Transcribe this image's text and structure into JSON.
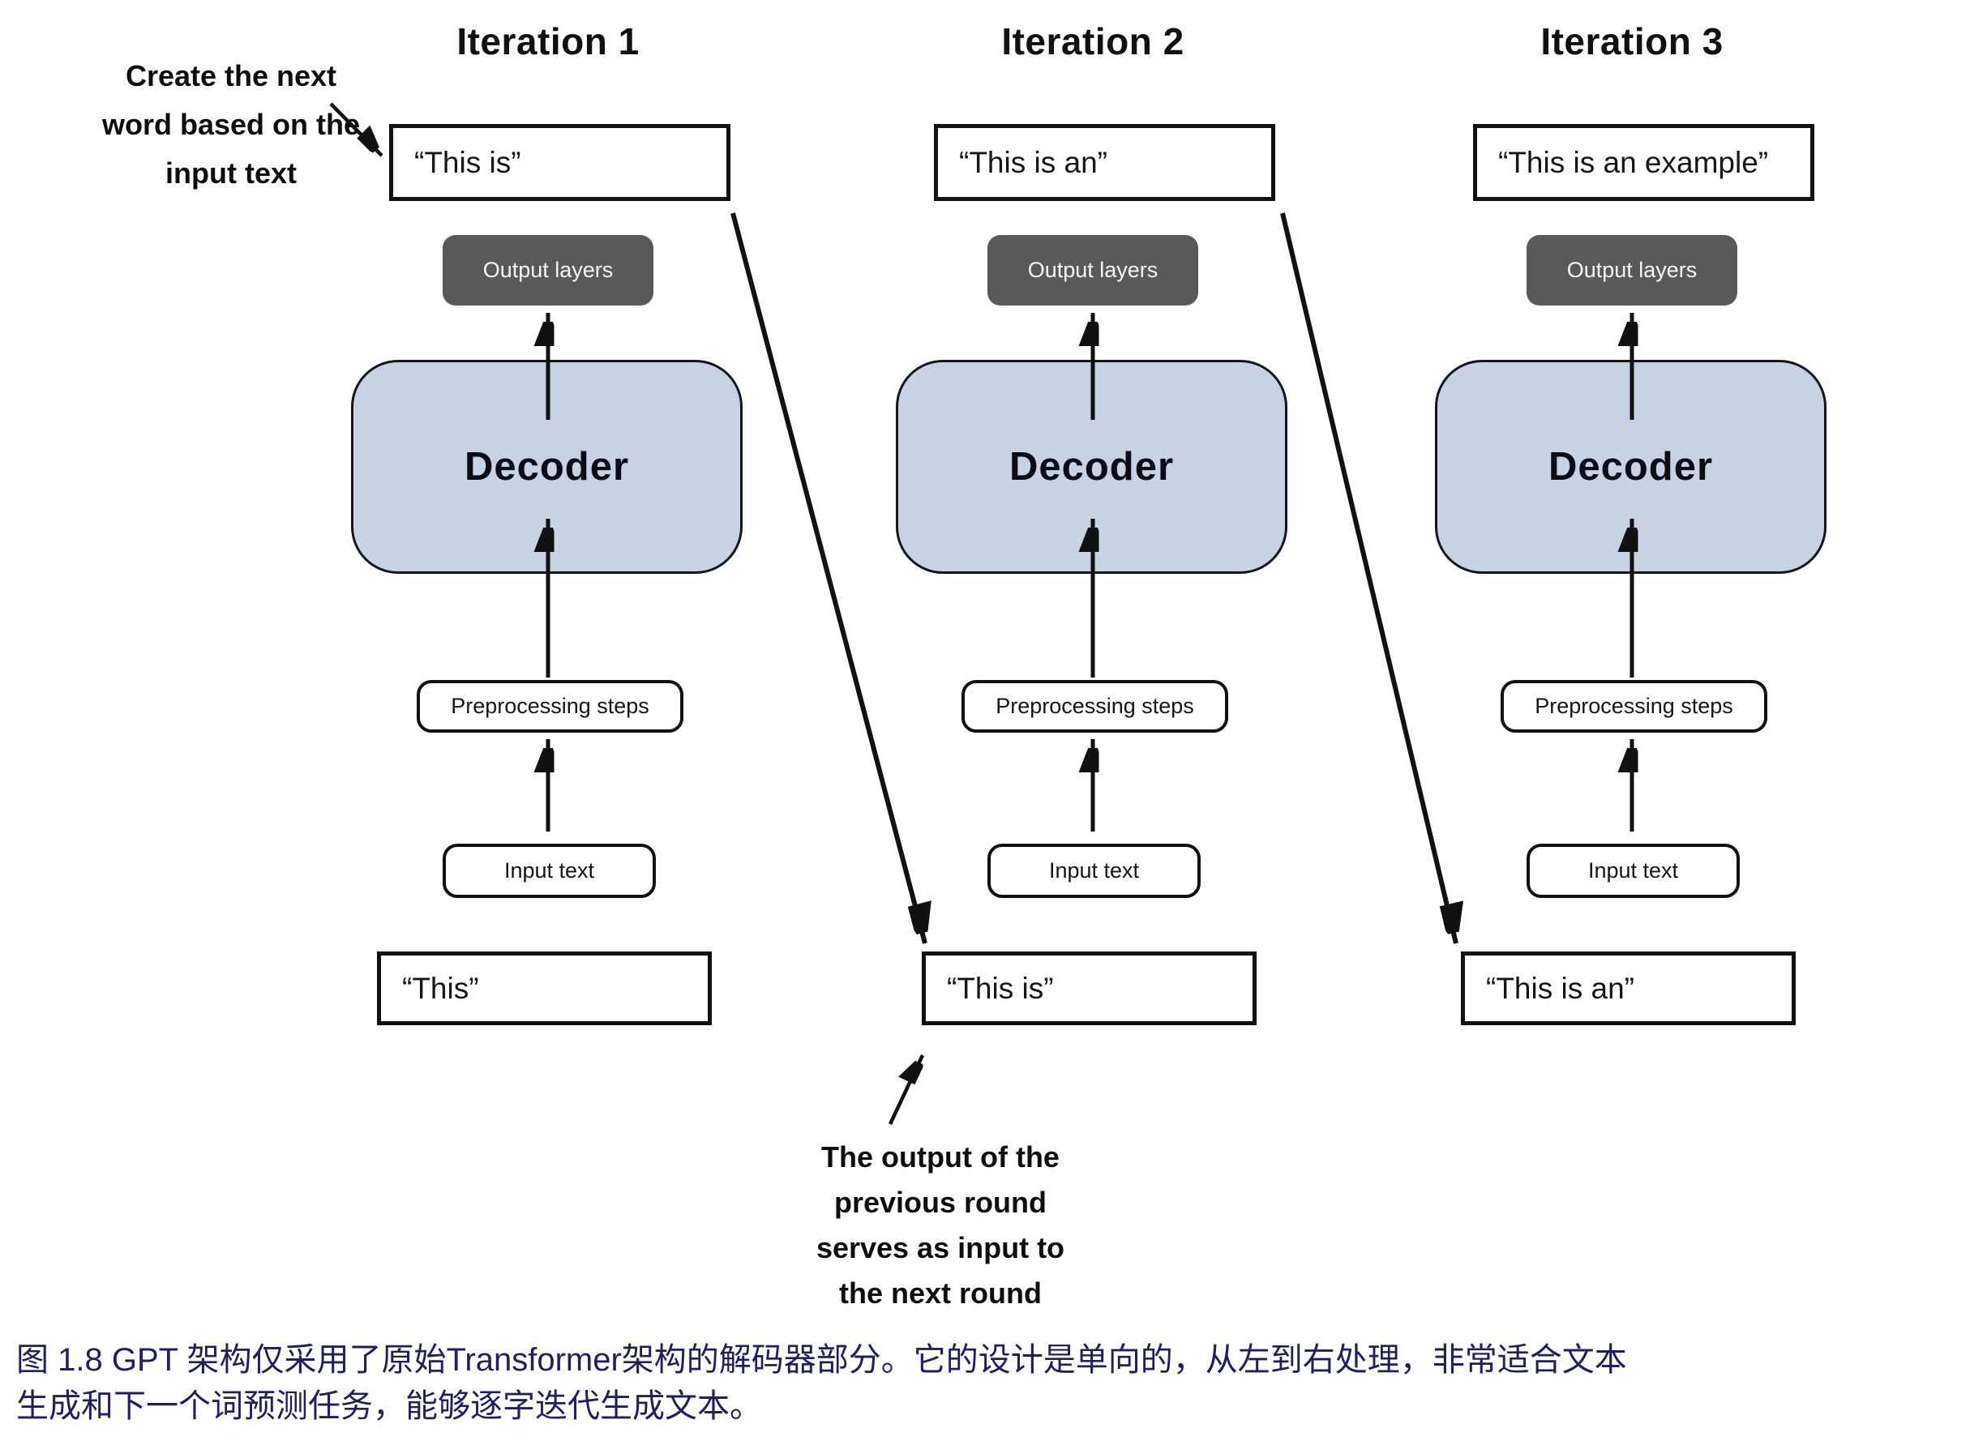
{
  "figure": {
    "annotation_top_left": {
      "line1": "Create the next",
      "line2": "word based on the",
      "line3": "input text"
    },
    "annotation_bottom": {
      "line1": "The output of the",
      "line2": "previous round",
      "line3": "serves as input to",
      "line4": "the next round"
    },
    "columns": [
      {
        "title": "Iteration 1",
        "output_text": "“This is”",
        "output_layers_label": "Output layers",
        "decoder_label": "Decoder",
        "preprocessing_label": "Preprocessing steps",
        "input_label": "Input text",
        "input_text": "“This”"
      },
      {
        "title": "Iteration 2",
        "output_text": "“This is an”",
        "output_layers_label": "Output layers",
        "decoder_label": "Decoder",
        "preprocessing_label": "Preprocessing steps",
        "input_label": "Input text",
        "input_text": "“This is”"
      },
      {
        "title": "Iteration 3",
        "output_text": "“This is an example”",
        "output_layers_label": "Output layers",
        "decoder_label": "Decoder",
        "preprocessing_label": "Preprocessing steps",
        "input_label": "Input text",
        "input_text": "“This is an”"
      }
    ],
    "caption": {
      "line1": "图 1.8  GPT 架构仅采用了原始Transformer架构的解码器部分。它的设计是单向的，从左到右处理，非常适合文本",
      "line2": "生成和下一个词预测任务，能够逐字迭代生成文本。"
    },
    "colors": {
      "decoder_fill": "#c7d2e4",
      "output_layers_fill": "#595959",
      "caption_text": "#20205c",
      "line_color": "#111111"
    }
  }
}
